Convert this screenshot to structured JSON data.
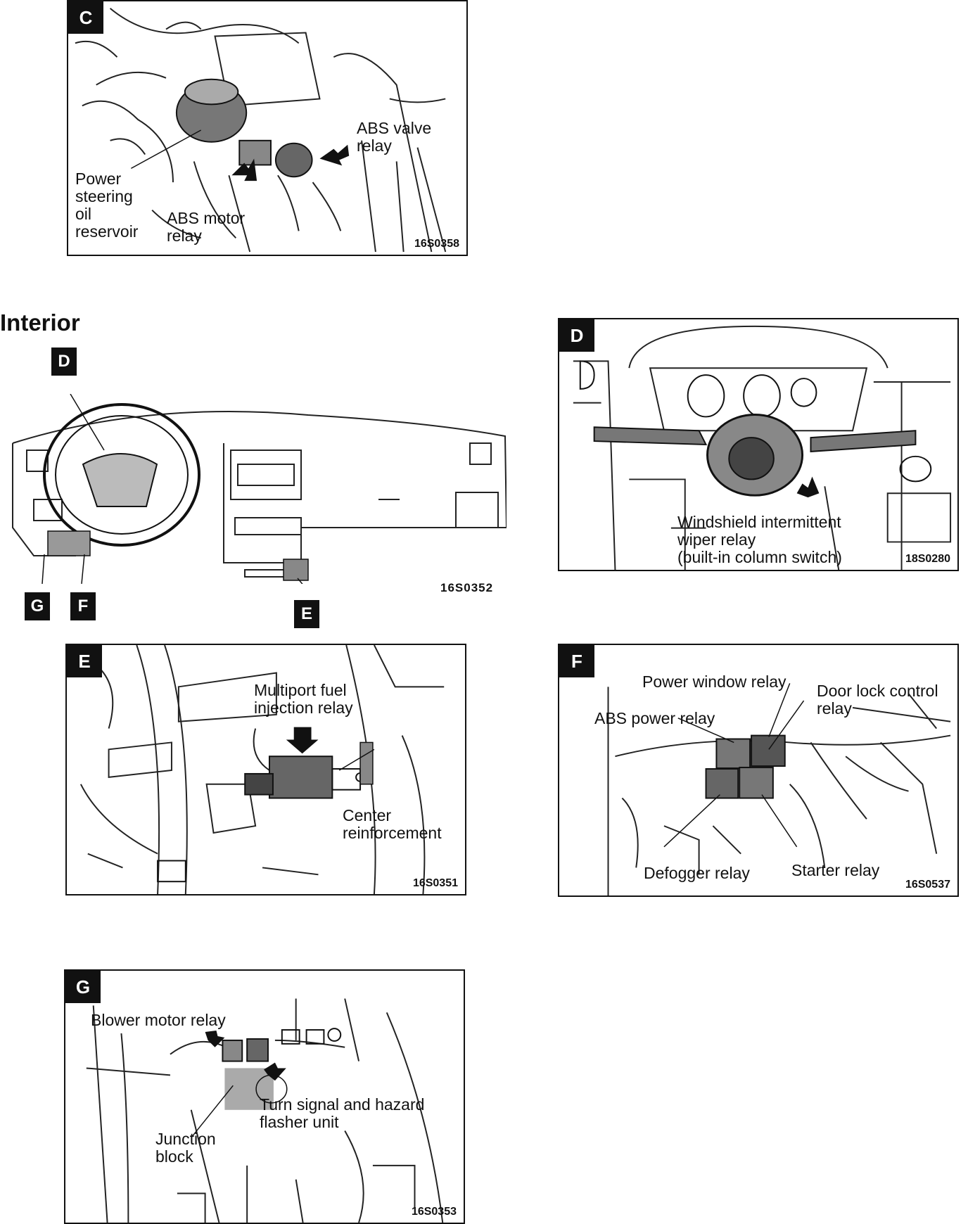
{
  "section_title": "Interior",
  "panels": {
    "c": {
      "badge": "C",
      "code": "16S0358",
      "labels": {
        "abs_valve_relay": "ABS valve\nrelay",
        "power_steering": "Power\nsteering\noil\nreservoir",
        "abs_motor_relay": "ABS motor\nrelay"
      }
    },
    "dashboard": {
      "code": "16S0352",
      "badges": {
        "d": "D",
        "g": "G",
        "f": "F",
        "e": "E"
      }
    },
    "d": {
      "badge": "D",
      "code": "18S0280",
      "labels": {
        "wiper_relay": "Windshield intermittent\nwiper relay\n(built-in column switch)"
      }
    },
    "e": {
      "badge": "E",
      "code": "16S0351",
      "labels": {
        "mfi_relay": "Multiport fuel\ninjection relay",
        "center_reinforcement": "Center\nreinforcement"
      }
    },
    "f": {
      "badge": "F",
      "code": "16S0537",
      "labels": {
        "power_window_relay": "Power window relay",
        "door_lock_relay": "Door lock control\nrelay",
        "abs_power_relay": "ABS power relay",
        "defogger_relay": "Defogger relay",
        "starter_relay": "Starter relay"
      }
    },
    "g": {
      "badge": "G",
      "code": "16S0353",
      "labels": {
        "blower_motor_relay": "Blower motor relay",
        "turn_signal": "Turn signal and hazard\nflasher unit",
        "junction_block": "Junction\nblock"
      }
    }
  }
}
